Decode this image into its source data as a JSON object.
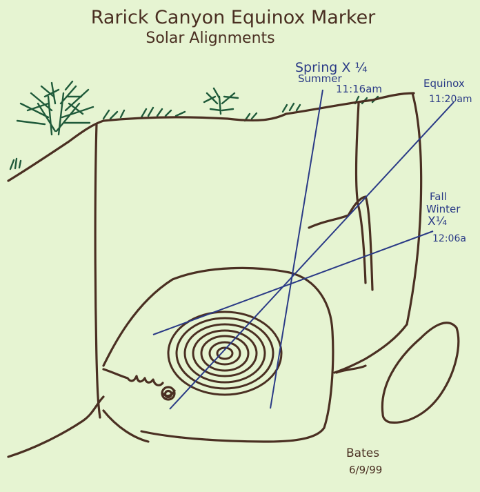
{
  "title": "Rarick Canyon Equinox Marker",
  "subtitle": "Solar Alignments",
  "labels": {
    "spring_l1": "Spring X ¼",
    "spring_l2": "Summer",
    "spring_time": "11:16am",
    "equinox": "Equinox",
    "equinox_time": "11:20am",
    "fall": "Fall",
    "winter": "Winter",
    "fall_x": "X¼",
    "fall_time": "12:06a"
  },
  "signature": {
    "name": "Bates",
    "date": "6/9/99"
  },
  "colors": {
    "background": "#e6f4d2",
    "ink_brown": "#4a2f22",
    "ink_blue": "#2a3a86",
    "ink_green": "#1f5a3a"
  }
}
